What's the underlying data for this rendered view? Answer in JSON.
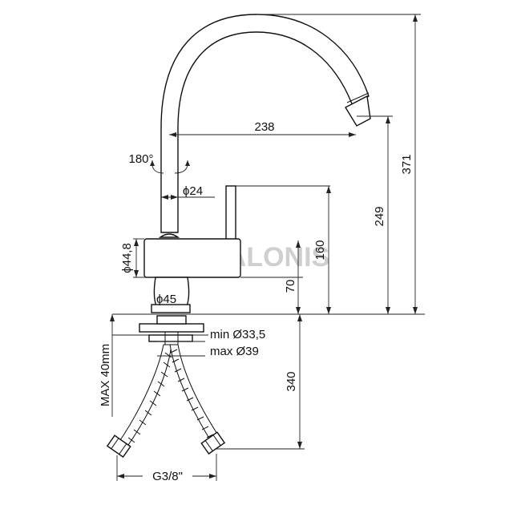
{
  "drawing": {
    "rotation_label": "180°",
    "reach_label": "238",
    "total_height_label": "371",
    "spout_height_label": "249",
    "lever_height_label": "160",
    "body_height_label": "70",
    "hose_length_label": "340",
    "spout_diameter_label": "ϕ24",
    "body_diameter_label": "ϕ44,8",
    "base_diameter_label": "ϕ45",
    "hole_min_label": "min Ø33,5",
    "hole_max_label": "max Ø39",
    "counter_thickness_label": "MAX 40mm",
    "thread_label": "G3/8\"",
    "watermark": "ZALONIS"
  }
}
